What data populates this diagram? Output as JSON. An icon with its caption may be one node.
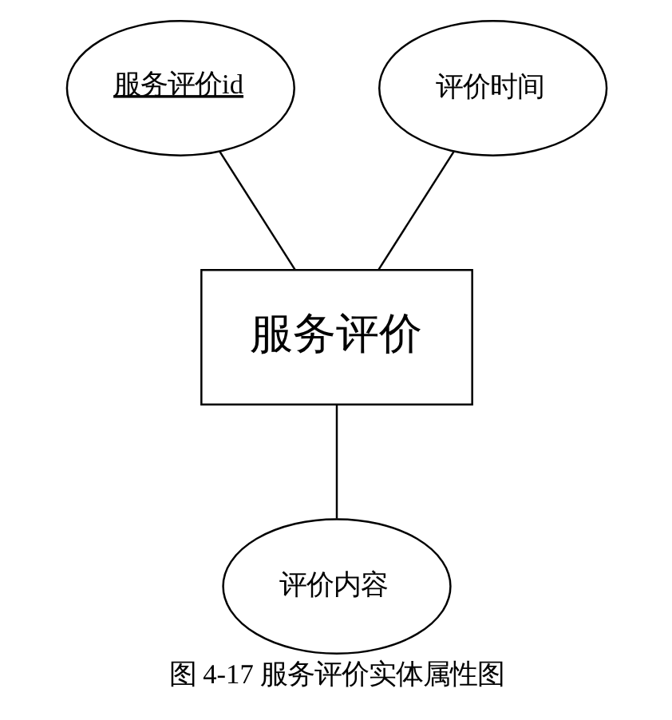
{
  "diagram": {
    "caption": "图 4-17 服务评价实体属性图",
    "nodes": [
      {
        "text": [
          "服务评价id"
        ]
      },
      {
        "text": [
          "评价时间"
        ]
      },
      {
        "text": [
          "服务评价"
        ]
      },
      {
        "text": [
          "评价内容"
        ]
      }
    ],
    "edges": [
      {
        "from": 0,
        "to": 2,
        "arrow": "none"
      },
      {
        "from": 1,
        "to": 2,
        "arrow": "none"
      },
      {
        "from": 2,
        "to": 3,
        "arrow": "none"
      }
    ]
  }
}
